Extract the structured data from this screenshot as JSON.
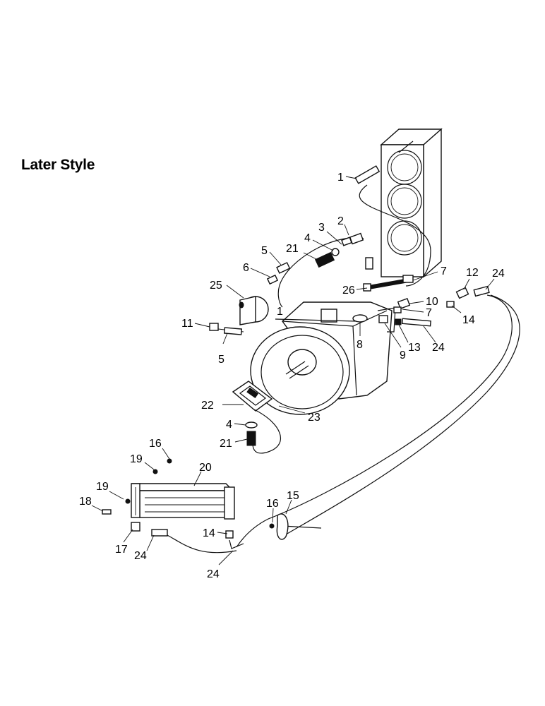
{
  "title": "Later Style",
  "colors": {
    "ink": "#111111",
    "background": "#ffffff"
  },
  "callouts": [
    "1",
    "1",
    "2",
    "3",
    "4",
    "4",
    "5",
    "5",
    "6",
    "7",
    "7",
    "8",
    "9",
    "10",
    "11",
    "12",
    "13",
    "14",
    "14",
    "15",
    "16",
    "16",
    "17",
    "18",
    "19",
    "19",
    "20",
    "21",
    "21",
    "22",
    "23",
    "24",
    "24",
    "24",
    "24",
    "25",
    "26"
  ]
}
